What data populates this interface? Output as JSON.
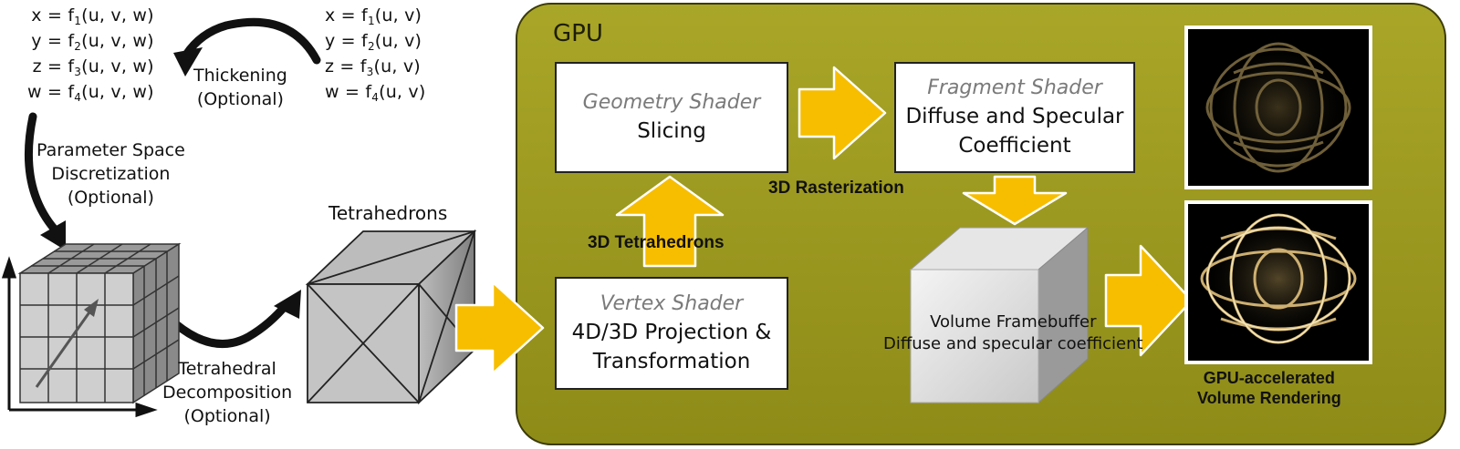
{
  "equations_4d": {
    "x": "x = f",
    "y": "y = f",
    "z": "z = f",
    "w": "w = f",
    "sub1": "1",
    "sub2": "2",
    "sub3": "3",
    "sub4": "4",
    "args": "(u, v, w)"
  },
  "equations_3d": {
    "x": "x = f",
    "y": "y = f",
    "z": "z = f",
    "w": "w = f",
    "sub1": "1",
    "sub2": "2",
    "sub3": "3",
    "sub4": "4",
    "args": "(u, v)"
  },
  "labels": {
    "thickening": "Thickening",
    "thickening_opt": "(Optional)",
    "param_line1": "Parameter Space",
    "param_line2": "Discretization",
    "param_line3": "(Optional)",
    "tetra_line1": "Tetrahedral",
    "tetra_line2": "Decomposition",
    "tetra_line3": "(Optional)",
    "tetrahedrons": "Tetrahedrons"
  },
  "gpu": {
    "title": "GPU",
    "geometry_heading": "Geometry Shader",
    "geometry_body": "Slicing",
    "fragment_heading": "Fragment Shader",
    "fragment_body1": "Diffuse and Specular",
    "fragment_body2": "Coefficient",
    "vertex_heading": "Vertex Shader",
    "vertex_body1": "4D/3D Projection &",
    "vertex_body2": "Transformation",
    "rasterization": "3D Rasterization",
    "tetrahedrons_3d": "3D Tetrahedrons",
    "framebuffer_line1": "Volume Framebuffer",
    "framebuffer_line2": "Diffuse and specular coefficient",
    "render_line1": "GPU-accelerated",
    "render_line2": "Volume Rendering"
  },
  "colors": {
    "gpu_panel": "#9c9a1f",
    "arrow_fill": "#f7be00",
    "curved_arrow": "#111111"
  }
}
